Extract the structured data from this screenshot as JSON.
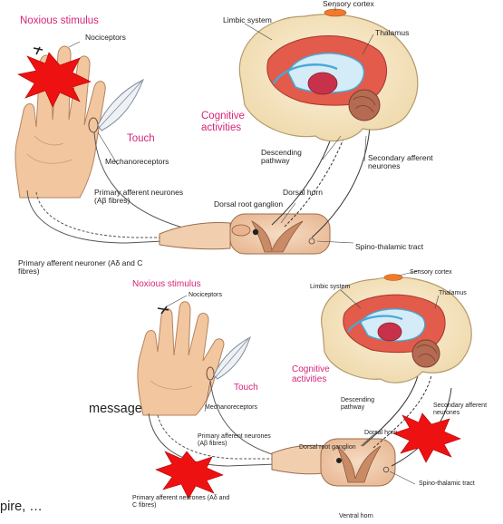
{
  "top_diagram": {
    "noxious_stimulus": "Noxious stimulus",
    "nociceptors": "Nociceptors",
    "touch": "Touch",
    "mechanoreceptors": "Mechanoreceptors",
    "primary_afferent_ab": "Primary afferent neurones (Aβ fibres)",
    "primary_afferent_ad_c": "Primary afferent neuroner (Aδ and C fibres)",
    "limbic_system": "Limbic system",
    "sensory_cortex": "Sensory cortex",
    "thalamus": "Thalamus",
    "cognitive_activities": "Cognitive activities",
    "descending_pathway": "Descending pathway",
    "secondary_afferent": "Secondary afferent neurones",
    "dorsal_horn": "Dorsal horn",
    "dorsal_root_ganglion": "Dorsal root ganglion",
    "spino_thalamic_tract": "Spino-thalamic tract"
  },
  "bottom_diagram": {
    "noxious_stimulus": "Noxious stimulus",
    "nociceptors": "Nociceptors",
    "touch": "Touch",
    "mechanoreceptors": "Mechanoreceptors",
    "primary_afferent_ab": "Primary afferent neurones (Aβ fibres)",
    "primary_afferent_ad_c": "Primary afferent neurones (Aδ and C fibres)",
    "limbic_system": "Limbic system",
    "sensory_cortex": "Sensory cortex",
    "thalamus": "Thalamus",
    "cognitive_activities": "Cognitive activities",
    "descending_pathway": "Descending pathway",
    "secondary_afferent": "Secondary afferent neurones",
    "dorsal_horn": "Dorsal horn",
    "dorsal_root_ganglion": "Dorsal root ganglion",
    "spino_thalamic_tract": "Spino-thalamic tract",
    "ventral_horn": "Ventral horn"
  },
  "slide_fragments": {
    "message": "message",
    "pire": "pire, …"
  },
  "colors": {
    "accent_pink": "#d6247a",
    "burst_red": "#ee1111",
    "skin": "#f2c7a0",
    "brain_cream": "#f5e6c8",
    "brain_red": "#e25b4b",
    "ventricle_blue": "#49a7d6"
  }
}
